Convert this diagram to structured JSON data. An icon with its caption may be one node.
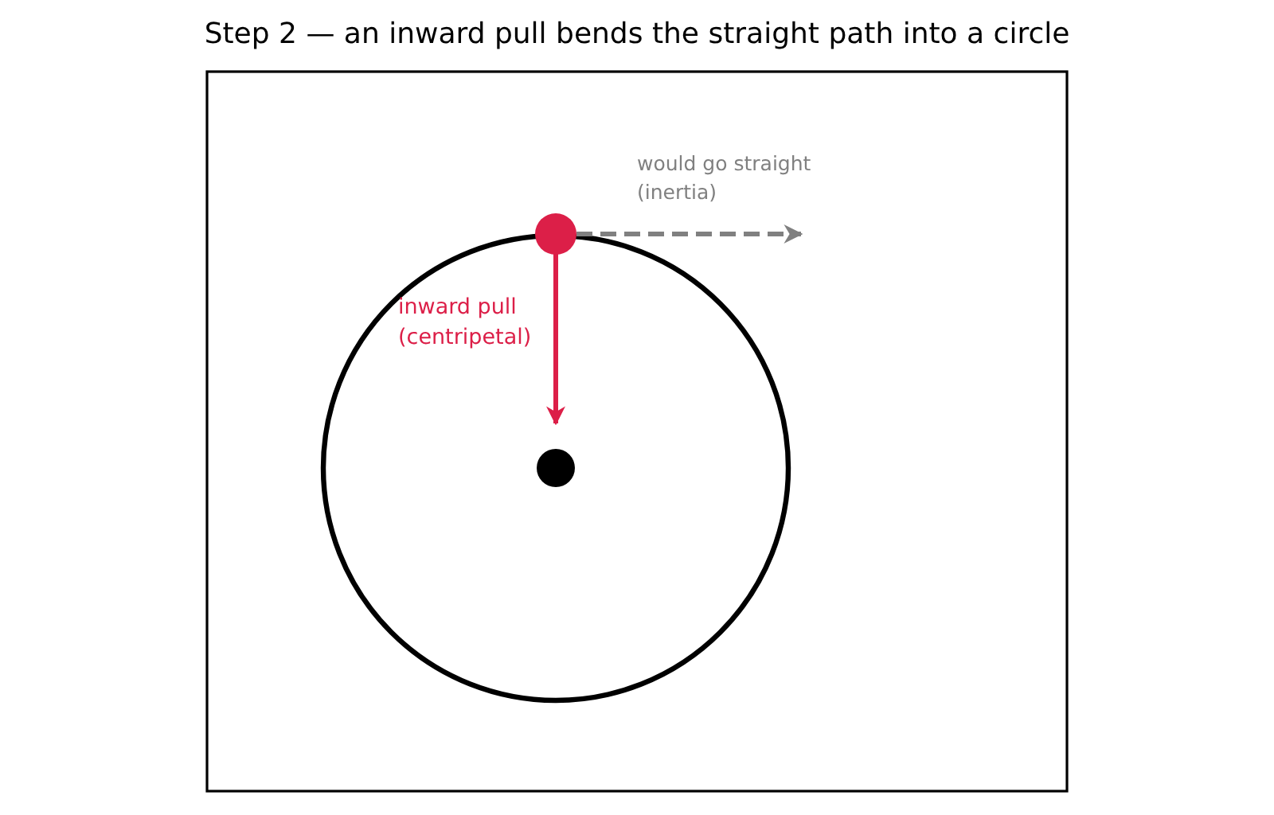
{
  "diagram": {
    "title": "Step 2 — an inward pull bends the straight path into a circle",
    "labels": [
      "would go straight (inertia)",
      "inward pull (centripetal)"
    ]
  }
}
